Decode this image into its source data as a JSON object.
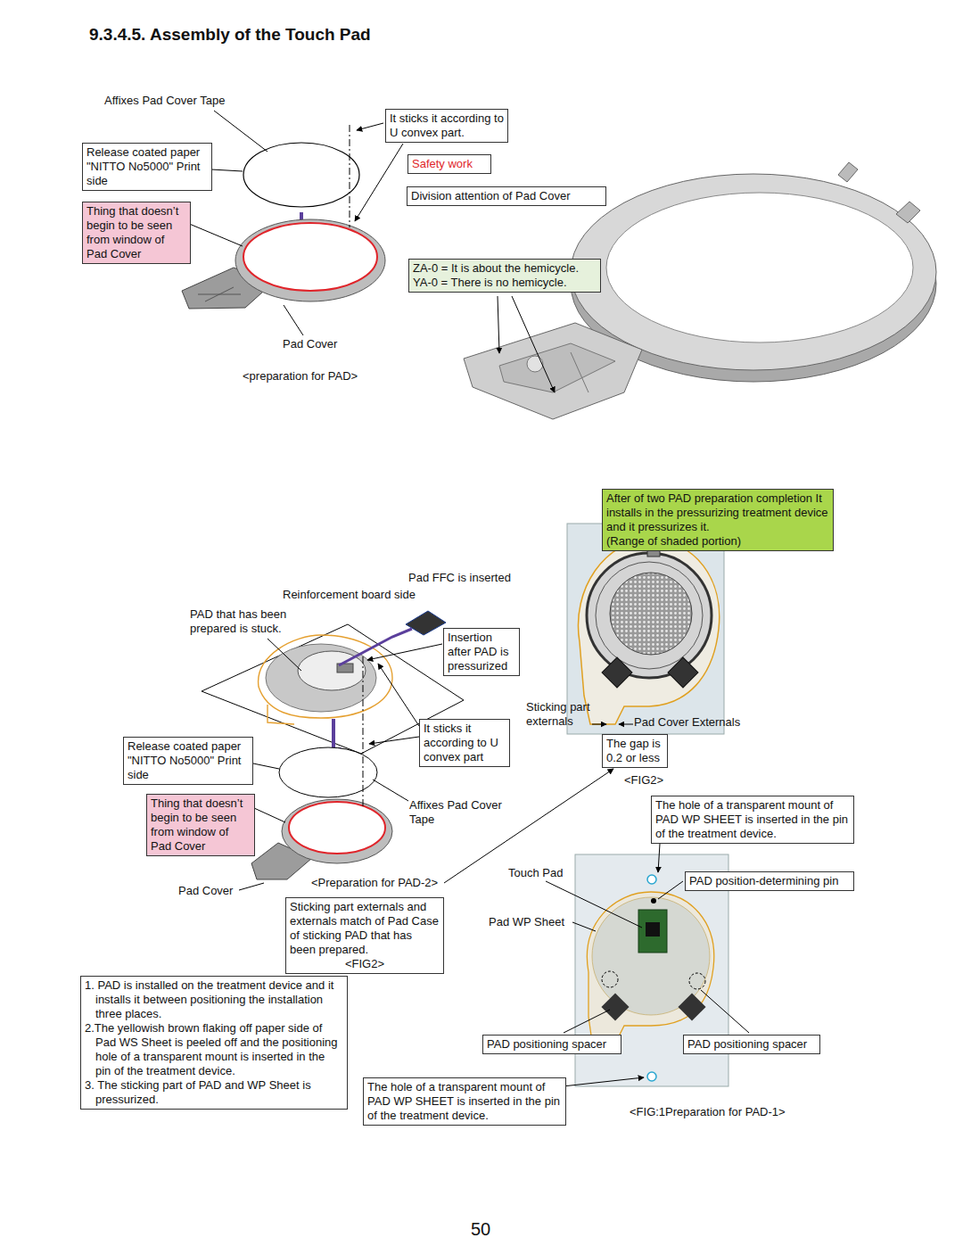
{
  "diagram": {
    "title": "9.3.4.5. Assembly of the Touch Pad",
    "nodes": [
      {
        "text": [
          "It sticks it according to U convex part."
        ]
      },
      {
        "text": [
          "Release coated paper \"NITTO No5000\" Print side"
        ]
      },
      {
        "text": [
          "Safety work"
        ]
      },
      {
        "text": [
          "Division attention of Pad Cover"
        ]
      },
      {
        "text": [
          "Thing that doesn’t begin to be seen from window of Pad Cover"
        ]
      },
      {
        "text": [
          "ZA-0 = It is about the hemicycle.",
          "YA-0 = There is no hemicycle."
        ]
      },
      {
        "text": [
          "After of two PAD preparation completion It installs in the pressurizing treatment device and it pressurizes it.",
          "(Range of shaded portion)"
        ]
      },
      {
        "text": [
          "Insertion after PAD is pressurized"
        ]
      },
      {
        "text": [
          "It sticks it according to U convex part"
        ]
      },
      {
        "text": [
          "Release coated paper \"NITTO No5000\" Print side"
        ]
      },
      {
        "text": [
          "Thing that doesn’t begin to be seen from window of Pad Cover"
        ]
      },
      {
        "text": [
          "Sticking part externals and externals match of Pad Case of sticking PAD that has been prepared.",
          "<FIG2>"
        ]
      },
      {
        "text": [
          "1. PAD is installed on the treatment device and it installs it between positioning the installation three places.",
          "2.The yellowish brown flaking off paper side of Pad WS Sheet is peeled off and the positioning hole of a transparent mount is inserted in the pin of the treatment device.",
          "3. The sticking part of PAD and WP Sheet is pressurized."
        ]
      },
      {
        "text": [
          "The gap is 0.2 or less"
        ]
      },
      {
        "text": [
          "The hole of a transparent mount of PAD WP SHEET is inserted in the pin of the treatment device."
        ]
      },
      {
        "text": [
          "PAD position-determining pin"
        ]
      },
      {
        "text": [
          "PAD positioning spacer"
        ]
      },
      {
        "text": [
          "PAD positioning spacer"
        ]
      },
      {
        "text": [
          "The hole of a transparent mount of PAD WP SHEET is inserted in the pin of the treatment device."
        ]
      }
    ],
    "labels": [
      "Affixes Pad Cover Tape",
      "Pad Cover",
      "<preparation for PAD>",
      "Pad FFC is inserted",
      "Reinforcement board side",
      "PAD that has been prepared is stuck.",
      "Affixes Pad Cover Tape",
      "Pad Cover",
      "<Preparation for PAD-2>",
      "Sticking part externals",
      "Pad Cover Externals",
      "<FIG2>",
      "Touch Pad",
      "Pad WP Sheet",
      "<FIG:1Preparation for PAD-1>",
      "50"
    ]
  }
}
